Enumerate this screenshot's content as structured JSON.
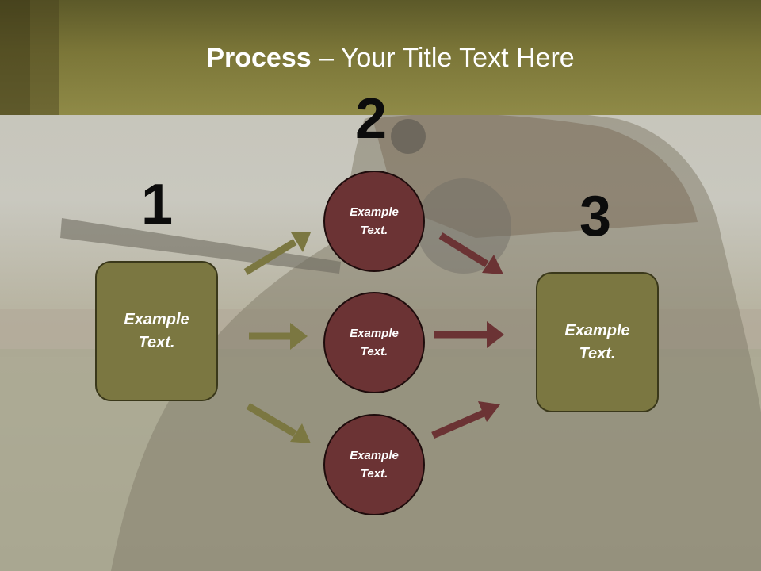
{
  "title": {
    "bold": "Process",
    "rest": " – Your Title Text Here"
  },
  "steps": [
    {
      "number": "1",
      "text": "Example Text."
    },
    {
      "number": "2"
    },
    {
      "number": "3",
      "text": "Example Text."
    }
  ],
  "circles": [
    {
      "text": "Example Text."
    },
    {
      "text": "Example Text."
    },
    {
      "text": "Example Text."
    }
  ],
  "colors": {
    "header": "#8f8a47",
    "box": "#7b7741",
    "circle": "#6b3334",
    "arrow_olive": "#7b7741",
    "arrow_maroon": "#6b3334"
  }
}
